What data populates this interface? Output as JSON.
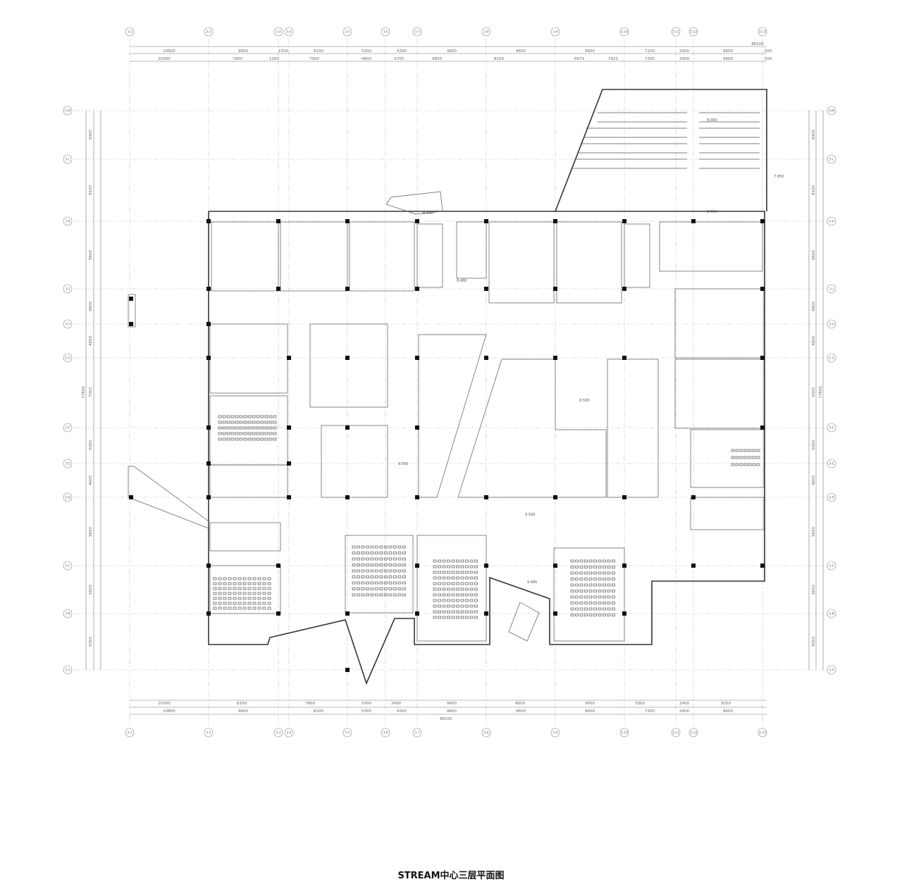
{
  "caption": "STREAM中心三层平面图",
  "axes": {
    "columns": [
      "3-1",
      "3-2",
      "3-3",
      "3-4",
      "3-5",
      "3-6",
      "3-7",
      "3-8",
      "3-9",
      "3-10",
      "3-11",
      "3-12",
      "3-13"
    ],
    "rows": [
      "3-M",
      "3-L",
      "3-K",
      "3-J",
      "3-H",
      "3-G",
      "3-F",
      "3-E",
      "3-D",
      "3-C",
      "3-B",
      "3-A"
    ]
  },
  "dimensions": {
    "top_total": "88100",
    "top_row1": [
      "10800",
      "9600",
      "1500",
      "8100",
      "5300",
      "4300",
      "9600",
      "9600",
      "9600",
      "7200",
      "2400",
      "9600",
      "500"
    ],
    "top_row2": [
      "10300",
      "7900",
      "1200",
      "7000",
      "4800",
      "3700",
      "4850",
      "8100",
      "6679",
      "7921",
      "7200",
      "2400",
      "9600",
      "500"
    ],
    "bottom_row1": [
      "10300",
      "8100",
      "7800",
      "5000",
      "2400",
      "9600",
      "8600",
      "9600",
      "3300",
      "2400",
      "9250"
    ],
    "bottom_row2": [
      "10800",
      "9600",
      "8100",
      "5300",
      "4300",
      "9600",
      "9600",
      "9600",
      "7200",
      "2400",
      "9600"
    ],
    "bottom_total": "88100",
    "left_row1": [
      "6900",
      "8500",
      "9600",
      "4800",
      "4850",
      "7350",
      "5000",
      "4600",
      "9600",
      "6650",
      "4350"
    ],
    "left_total": "77800",
    "right_row1": [
      "6900",
      "8500",
      "9600",
      "4800",
      "4800",
      "4300",
      "5000",
      "4600",
      "9600",
      "6650",
      "4350"
    ],
    "right_total": "77800"
  },
  "elevations": [
    "8.000",
    "7.950",
    "8.480",
    "8.450",
    "8.480",
    "8.500",
    "9.500",
    "9.500",
    "9.485"
  ],
  "colors": {
    "wall": "#333333",
    "grid": "#c8c8c8",
    "column": "#111111"
  }
}
